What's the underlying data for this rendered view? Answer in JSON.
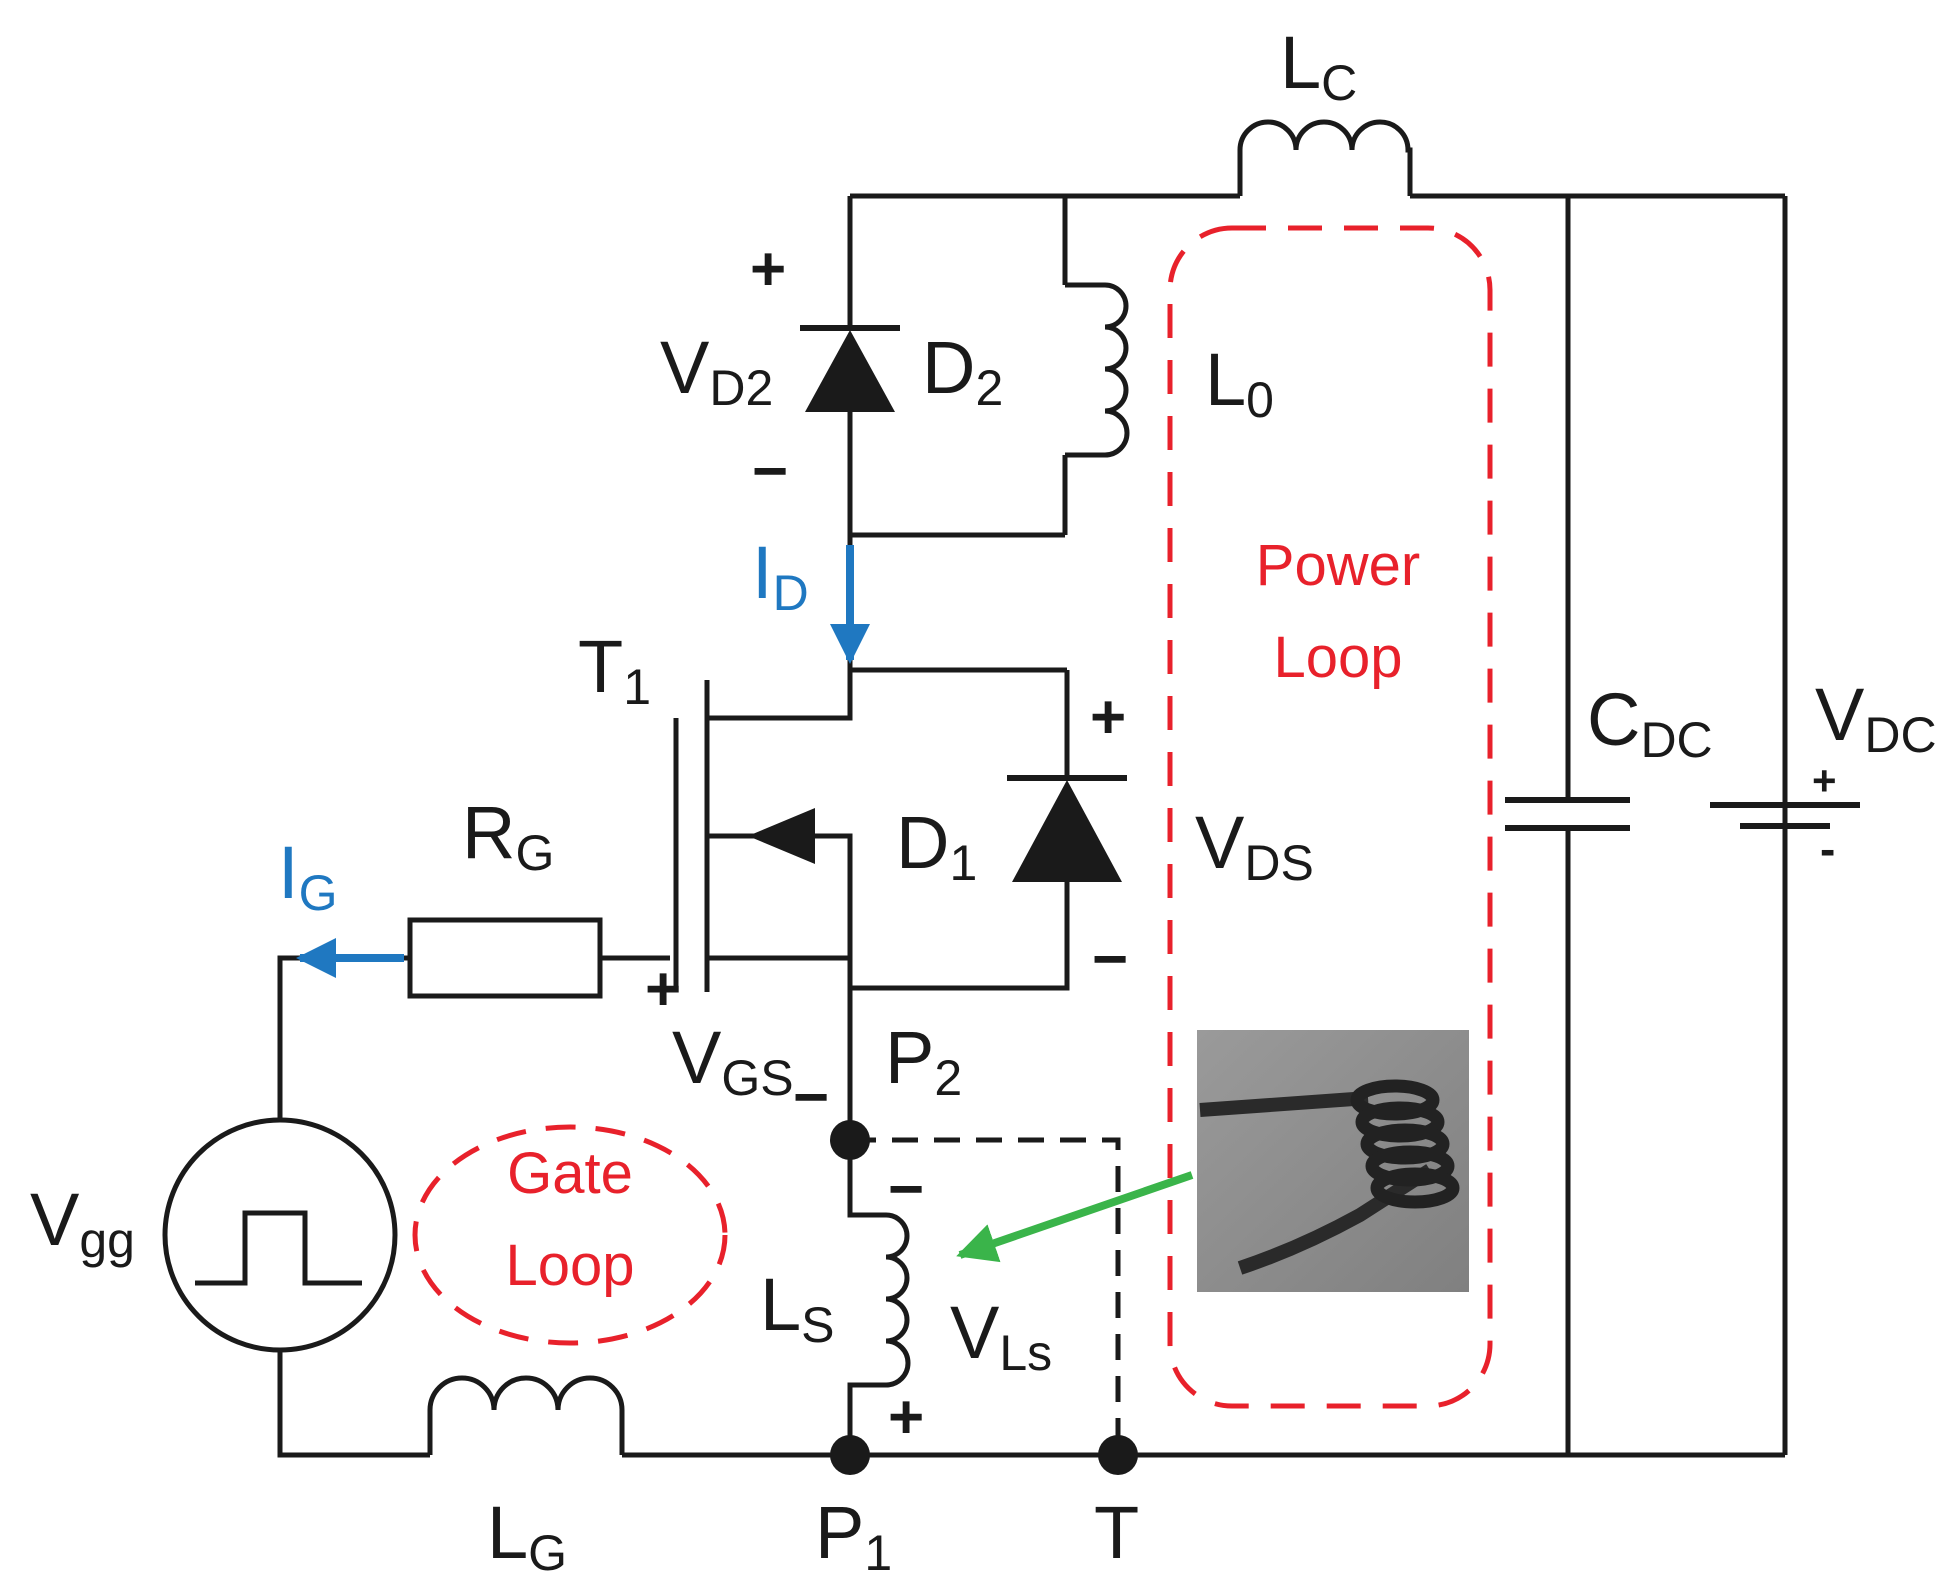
{
  "colors": {
    "wire": "#1a1a1a",
    "loop_outline": "#e8212b",
    "current_arrow": "#1f78c1",
    "pointer_arrow": "#3ab44a",
    "photo_background": "#8f8f8f"
  },
  "labels": {
    "LC": {
      "main": "L",
      "sub": "C"
    },
    "L0": {
      "main": "L",
      "sub": "0"
    },
    "VD2": {
      "main": "V",
      "sub": "D2"
    },
    "D2": {
      "main": "D",
      "sub": "2"
    },
    "ID": {
      "main": "I",
      "sub": "D"
    },
    "T1": {
      "main": "T",
      "sub": "1"
    },
    "D1": {
      "main": "D",
      "sub": "1"
    },
    "VDS": {
      "main": "V",
      "sub": "DS"
    },
    "CDC": {
      "main": "C",
      "sub": "DC"
    },
    "VDC": {
      "main": "V",
      "sub": "DC"
    },
    "RG": {
      "main": "R",
      "sub": "G"
    },
    "IG": {
      "main": "I",
      "sub": "G"
    },
    "VGS": {
      "main": "V",
      "sub": "GS"
    },
    "P2": {
      "main": "P",
      "sub": "2"
    },
    "Vgg": {
      "main": "V",
      "sub": "gg"
    },
    "LS": {
      "main": "L",
      "sub": "S"
    },
    "VLs": {
      "main": "V",
      "sub": "Ls"
    },
    "LG": {
      "main": "L",
      "sub": "G"
    },
    "P1": {
      "main": "P",
      "sub": "1"
    },
    "T": "T"
  },
  "signs": {
    "plus": "+",
    "minus": "−",
    "battery_minus": "-"
  },
  "loops": {
    "power": {
      "line1": "Power",
      "line2": "Loop"
    },
    "gate": {
      "line1": "Gate",
      "line2": "Loop"
    }
  },
  "photo": {
    "icon": "coil-inductor-photo"
  }
}
